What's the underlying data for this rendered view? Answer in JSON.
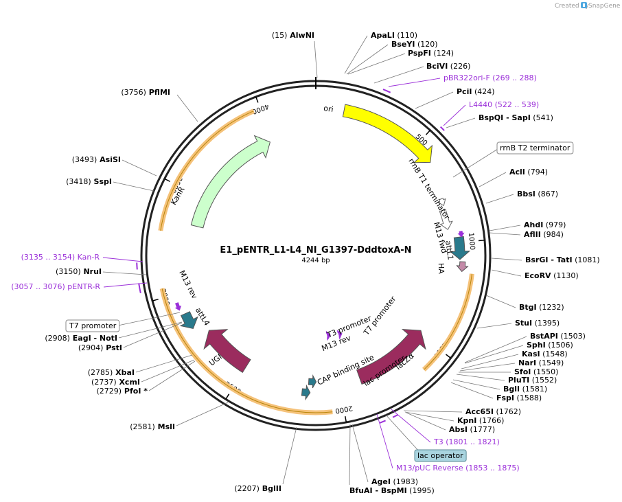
{
  "watermark": {
    "prefix": "Created by",
    "brand": "SnapGene",
    "icon": "snapgene-logo-icon"
  },
  "map": {
    "name": "E1_pENTR_L1-L4_NI_G1397-DddtoxA-N",
    "length_label": "4244 bp",
    "length": 4244,
    "ticks": [
      "500",
      "1000",
      "1500",
      "2000",
      "2500",
      "3000",
      "3500",
      "4000"
    ]
  },
  "colors": {
    "ori": "#ffff00",
    "kanr": "#ccffcc",
    "ugi": "#9b2c5e",
    "lacz": "#9b2c5e",
    "teal": "#2a7a8c",
    "mauve": "#c48aa8",
    "primer": "#9b30d9",
    "orange_band": "#f5c27a",
    "lac_operator_fill": "#a9d4df"
  },
  "sites": [
    {
      "name": "AlwNI",
      "pos": "(15)"
    },
    {
      "name": "ApaLI",
      "pos": "(110)"
    },
    {
      "name": "BseYI",
      "pos": "(120)"
    },
    {
      "name": "PspFI",
      "pos": "(124)"
    },
    {
      "name": "BciVI",
      "pos": "(226)"
    },
    {
      "name": "PciI",
      "pos": "(424)"
    },
    {
      "name": "BspQI",
      "name2": "SapI",
      "pos": "(541)"
    },
    {
      "name": "AclI",
      "pos": "(794)"
    },
    {
      "name": "BbsI",
      "pos": "(867)"
    },
    {
      "name": "AhdI",
      "pos": "(979)"
    },
    {
      "name": "AflII",
      "pos": "(984)"
    },
    {
      "name": "BsrGI",
      "name2": "TatI",
      "pos": "(1081)"
    },
    {
      "name": "EcoRV",
      "pos": "(1130)"
    },
    {
      "name": "BtgI",
      "pos": "(1232)"
    },
    {
      "name": "StuI",
      "pos": "(1395)"
    },
    {
      "name": "BstAPI",
      "pos": "(1503)"
    },
    {
      "name": "SphI",
      "pos": "(1506)"
    },
    {
      "name": "KasI",
      "pos": "(1548)"
    },
    {
      "name": "NarI",
      "pos": "(1549)"
    },
    {
      "name": "SfoI",
      "pos": "(1550)"
    },
    {
      "name": "PluTI",
      "pos": "(1552)"
    },
    {
      "name": "BglI",
      "pos": "(1581)"
    },
    {
      "name": "FspI",
      "pos": "(1588)"
    },
    {
      "name": "Acc65I",
      "pos": "(1762)"
    },
    {
      "name": "KpnI",
      "pos": "(1766)"
    },
    {
      "name": "AbsI",
      "pos": "(1777)"
    },
    {
      "name": "AgeI",
      "pos": "(1983)"
    },
    {
      "name": "BfuAI",
      "name2": "BspMI",
      "pos": "(1995)"
    },
    {
      "name": "BglII",
      "pos": "(2207)"
    },
    {
      "name": "MslI",
      "pos": "(2581)"
    },
    {
      "name": "PfoI",
      "pos": "(2729)",
      "suffix": "*"
    },
    {
      "name": "XcmI",
      "pos": "(2737)"
    },
    {
      "name": "XbaI",
      "pos": "(2785)"
    },
    {
      "name": "PstI",
      "pos": "(2904)"
    },
    {
      "name": "EagI",
      "name2": "NotI",
      "pos": "(2908)"
    },
    {
      "name": "NruI",
      "pos": "(3150)"
    },
    {
      "name": "SspI",
      "pos": "(3418)"
    },
    {
      "name": "AsiSI",
      "pos": "(3493)"
    },
    {
      "name": "PflMI",
      "pos": "(3756)"
    }
  ],
  "primers": [
    {
      "name": "pBR322ori-F",
      "range": "(269 .. 288)"
    },
    {
      "name": "L4440",
      "range": "(522 .. 539)"
    },
    {
      "name": "T3",
      "range": "(1801 .. 1821)"
    },
    {
      "name": "M13/pUC Reverse",
      "range": "(1853 .. 1875)"
    },
    {
      "name": "Kan-R",
      "range": "(3135 .. 3154)"
    },
    {
      "name": "pENTR-R",
      "range": "(3057 .. 3076)"
    }
  ],
  "boxed_features": {
    "rrnb_t2": "rrnB T2 terminator",
    "lac_operator": "lac operator",
    "t7_promoter": "T7 promoter"
  },
  "features": {
    "ori": "ori",
    "kanr": "KanR",
    "ugi": "UGI",
    "lacz": "lacZα",
    "rrnb_t1": "rrnB T1 terminator",
    "m13_fwd": "M13 fwd",
    "attl1": "attL1",
    "ha": "HA",
    "m13_rev_left": "M13 rev",
    "attl4": "attL4",
    "t3_promoter": "T3 promoter",
    "t7_promoter_inner": "T7 promoter",
    "m13_rev_inner": "M13 rev",
    "cap_site": "CAP binding site",
    "lac_promoter": "lac promoter"
  }
}
